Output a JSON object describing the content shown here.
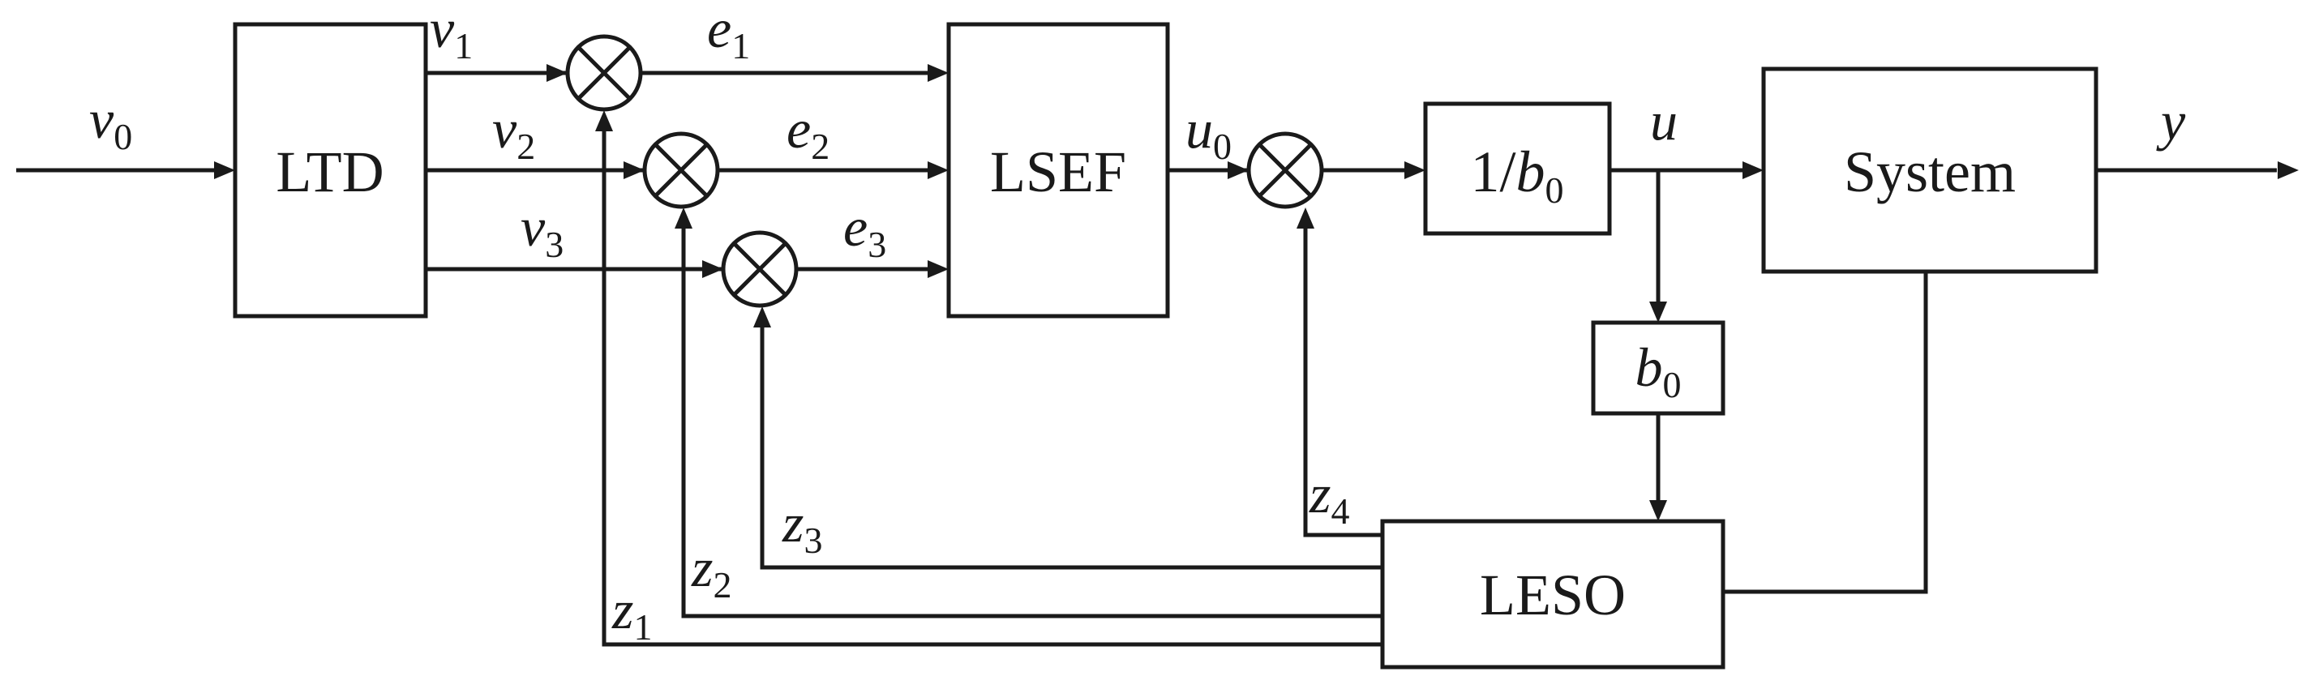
{
  "blocks": {
    "ltd": "LTD",
    "lsef": "LSEF",
    "gain_inverse": {
      "prefix": "1/",
      "symbol": "b",
      "sub": "0"
    },
    "system": "System",
    "gain": {
      "symbol": "b",
      "sub": "0"
    },
    "leso": "LESO"
  },
  "signals": {
    "v0": {
      "symbol": "v",
      "sub": "0"
    },
    "v1": {
      "symbol": "v",
      "sub": "1"
    },
    "v2": {
      "symbol": "v",
      "sub": "2"
    },
    "v3": {
      "symbol": "v",
      "sub": "3"
    },
    "e1": {
      "symbol": "e",
      "sub": "1"
    },
    "e2": {
      "symbol": "e",
      "sub": "2"
    },
    "e3": {
      "symbol": "e",
      "sub": "3"
    },
    "u0": {
      "symbol": "u",
      "sub": "0"
    },
    "u": {
      "symbol": "u"
    },
    "y": {
      "symbol": "y"
    },
    "z1": {
      "symbol": "z",
      "sub": "1"
    },
    "z2": {
      "symbol": "z",
      "sub": "2"
    },
    "z3": {
      "symbol": "z",
      "sub": "3"
    },
    "z4": {
      "symbol": "z",
      "sub": "4"
    }
  }
}
